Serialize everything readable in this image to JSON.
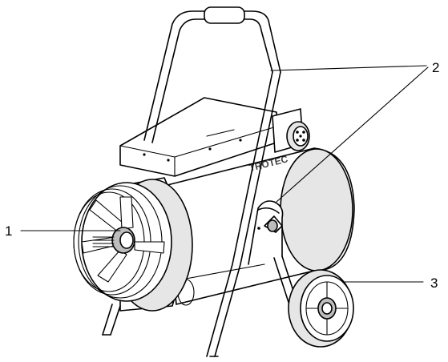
{
  "callouts": {
    "fan": {
      "label": "1"
    },
    "handle": {
      "label": "2"
    },
    "wheel": {
      "label": "3"
    }
  },
  "brand_mark": {
    "text": "TROTEC"
  },
  "colors": {
    "stroke": "#000000",
    "background": "#ffffff",
    "shade": "#e6e6e6"
  }
}
